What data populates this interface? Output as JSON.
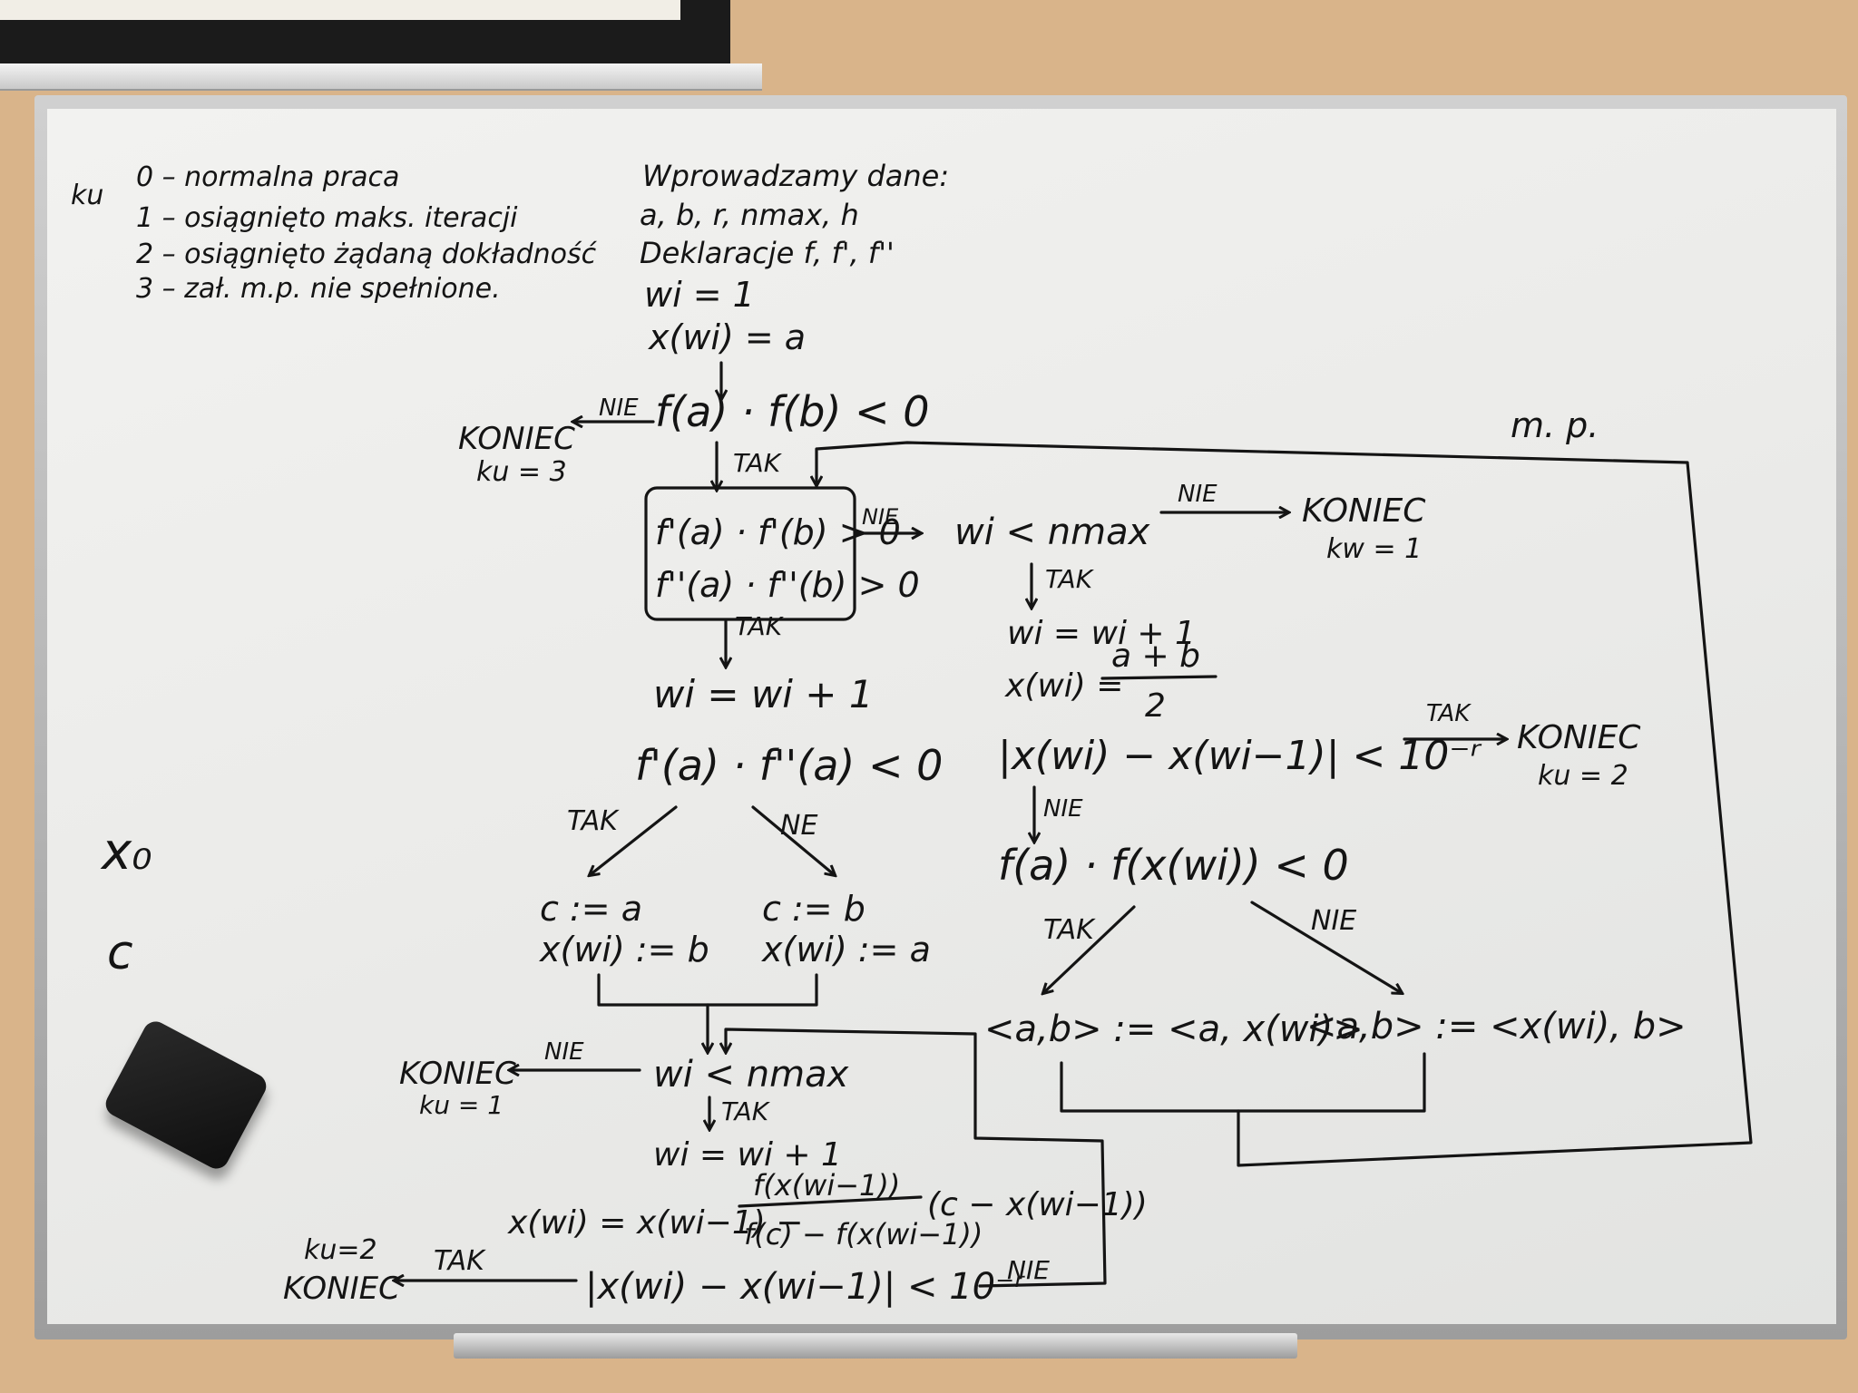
{
  "legend": {
    "key": "ku",
    "codes": [
      "0 – normalna praca",
      "1 – osiągnięto maks. iteracji",
      "2 – osiągnięto żądaną dokładność",
      "3 – zał. m.p. nie spełnione."
    ]
  },
  "inputs": {
    "line1": "Wprowadzamy dane:",
    "line2": "a, b, r, nmax, h",
    "line3": "Deklaracje f, f', f''"
  },
  "init": {
    "line1": "wi = 1",
    "line2": "x(wi) = a"
  },
  "cond_main": "f(a) · f(b) < 0",
  "end_ku3": {
    "label": "KONIEC",
    "code": "ku = 3"
  },
  "cond_box": {
    "line1": "f'(a) · f'(b) > 0",
    "line2": "f''(a) · f''(b) > 0"
  },
  "labels": {
    "yes": "TAK",
    "no": "NIE",
    "no_alt": "NE",
    "mp": "m. p."
  },
  "left_branch": {
    "incr": "wi = wi + 1",
    "cond": "f'(a) · f''(a) < 0",
    "case_yes": {
      "line1": "c := a",
      "line2": "x(wi) := b"
    },
    "case_no": {
      "line1": "c := b",
      "line2": "x(wi) := a"
    },
    "loop_cond": "wi < nmax",
    "end_ku1": {
      "label": "KONIEC",
      "code": "ku = 1"
    },
    "incr2": "wi = wi + 1",
    "secant_lhs": "x(wi) = x(wi−1) −",
    "secant_num": "f(x(wi−1))",
    "secant_den": "f(c) − f(x(wi−1))",
    "secant_tail": "(c − x(wi−1))",
    "stop_cond": "|x(wi) − x(wi−1)| < 10⁻ʳ",
    "end_ku2": {
      "label": "KONIEC",
      "code": "ku=2"
    }
  },
  "right_branch": {
    "loop_cond": "wi < nmax",
    "end_ku1": {
      "label": "KONIEC",
      "code": "kw = 1"
    },
    "incr": "wi = wi + 1",
    "mid_lhs": "x(wi) =",
    "mid_num": "a + b",
    "mid_den": "2",
    "stop_cond": "|x(wi) − x(wi−1)| < 10⁻ʳ",
    "end_ku2": {
      "label": "KONIEC",
      "code": "ku = 2"
    },
    "sign_cond": "f(a) · f(x(wi)) < 0",
    "case_yes": "<a,b> := <a, x(wi)>",
    "case_no": "<a,b> := <x(wi), b>"
  },
  "margin_symbols": {
    "x0": "x₀",
    "c": "c"
  }
}
